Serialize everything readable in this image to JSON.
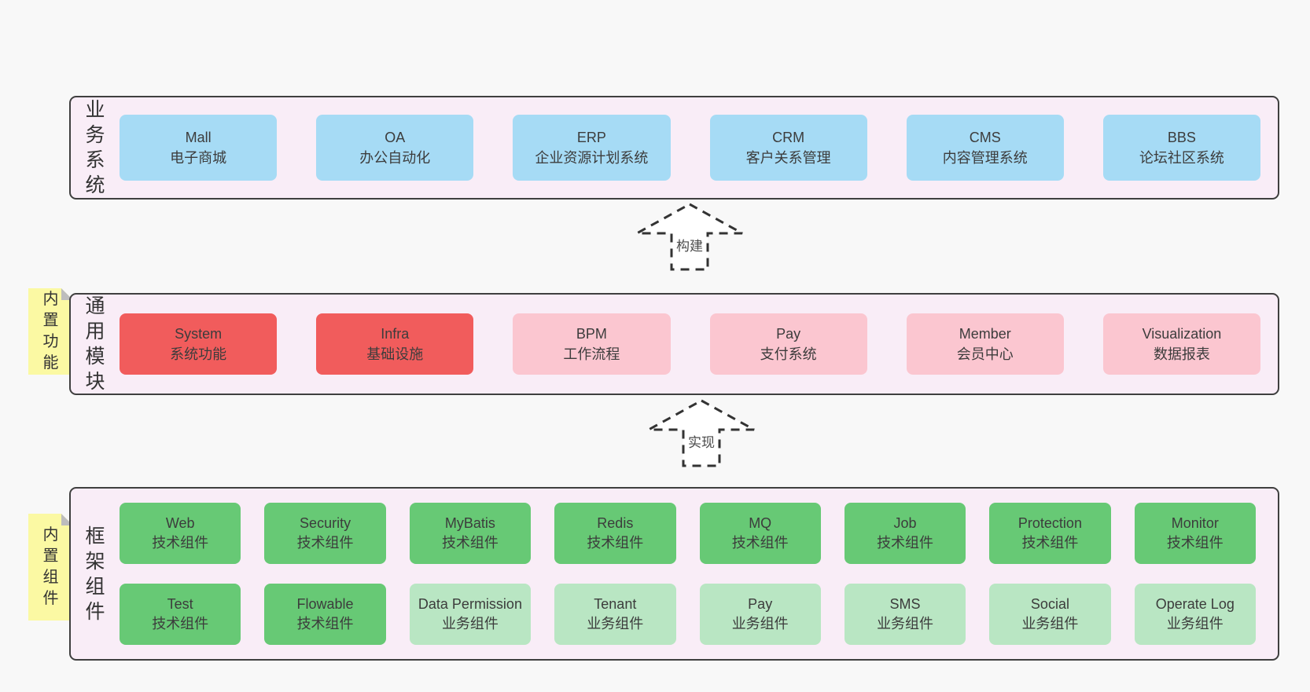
{
  "diagram": {
    "arrows": [
      {
        "label": "构建"
      },
      {
        "label": "实现"
      }
    ],
    "bands": [
      {
        "side_label": "业务系统",
        "boxes": [
          {
            "name": "Mall",
            "subtitle": "电子商城",
            "type": "blue"
          },
          {
            "name": "OA",
            "subtitle": "办公自动化",
            "type": "blue"
          },
          {
            "name": "ERP",
            "subtitle": "企业资源计划系统",
            "type": "blue"
          },
          {
            "name": "CRM",
            "subtitle": "客户关系管理",
            "type": "blue"
          },
          {
            "name": "CMS",
            "subtitle": "内容管理系统",
            "type": "blue"
          },
          {
            "name": "BBS",
            "subtitle": "论坛社区系统",
            "type": "blue"
          }
        ]
      },
      {
        "sticky_label": "内置功能",
        "side_label": "通用模块",
        "boxes": [
          {
            "name": "System",
            "subtitle": "系统功能",
            "type": "red"
          },
          {
            "name": "Infra",
            "subtitle": "基础设施",
            "type": "red"
          },
          {
            "name": "BPM",
            "subtitle": "工作流程",
            "type": "pink"
          },
          {
            "name": "Pay",
            "subtitle": "支付系统",
            "type": "pink"
          },
          {
            "name": "Member",
            "subtitle": "会员中心",
            "type": "pink"
          },
          {
            "name": "Visualization",
            "subtitle": "数据报表",
            "type": "pink"
          }
        ]
      },
      {
        "sticky_label": "内置组件",
        "side_label": "框架组件",
        "rows": [
          [
            {
              "name": "Web",
              "subtitle": "技术组件",
              "type": "green"
            },
            {
              "name": "Security",
              "subtitle": "技术组件",
              "type": "green"
            },
            {
              "name": "MyBatis",
              "subtitle": "技术组件",
              "type": "green"
            },
            {
              "name": "Redis",
              "subtitle": "技术组件",
              "type": "green"
            },
            {
              "name": "MQ",
              "subtitle": "技术组件",
              "type": "green"
            },
            {
              "name": "Job",
              "subtitle": "技术组件",
              "type": "green"
            },
            {
              "name": "Protection",
              "subtitle": "技术组件",
              "type": "green"
            },
            {
              "name": "Monitor",
              "subtitle": "技术组件",
              "type": "green"
            }
          ],
          [
            {
              "name": "Test",
              "subtitle": "技术组件",
              "type": "green"
            },
            {
              "name": "Flowable",
              "subtitle": "技术组件",
              "type": "green"
            },
            {
              "name": "Data Permission",
              "subtitle": "业务组件",
              "type": "lightgreen"
            },
            {
              "name": "Tenant",
              "subtitle": "业务组件",
              "type": "lightgreen"
            },
            {
              "name": "Pay",
              "subtitle": "业务组件",
              "type": "lightgreen"
            },
            {
              "name": "SMS",
              "subtitle": "业务组件",
              "type": "lightgreen"
            },
            {
              "name": "Social",
              "subtitle": "业务组件",
              "type": "lightgreen"
            },
            {
              "name": "Operate Log",
              "subtitle": "业务组件",
              "type": "lightgreen"
            }
          ]
        ]
      }
    ],
    "colors": {
      "page_bg": "#f8f8f8",
      "band_bg": "#f9edf7",
      "band_border": "#3f3f3f",
      "blue": "#a6dbf5",
      "red": "#f15c5c",
      "pink": "#fbc6d0",
      "green": "#67c975",
      "lightgreen": "#b9e6c3",
      "sticky_yellow": "#fbf9a3",
      "text": "#3c3c3c"
    }
  }
}
